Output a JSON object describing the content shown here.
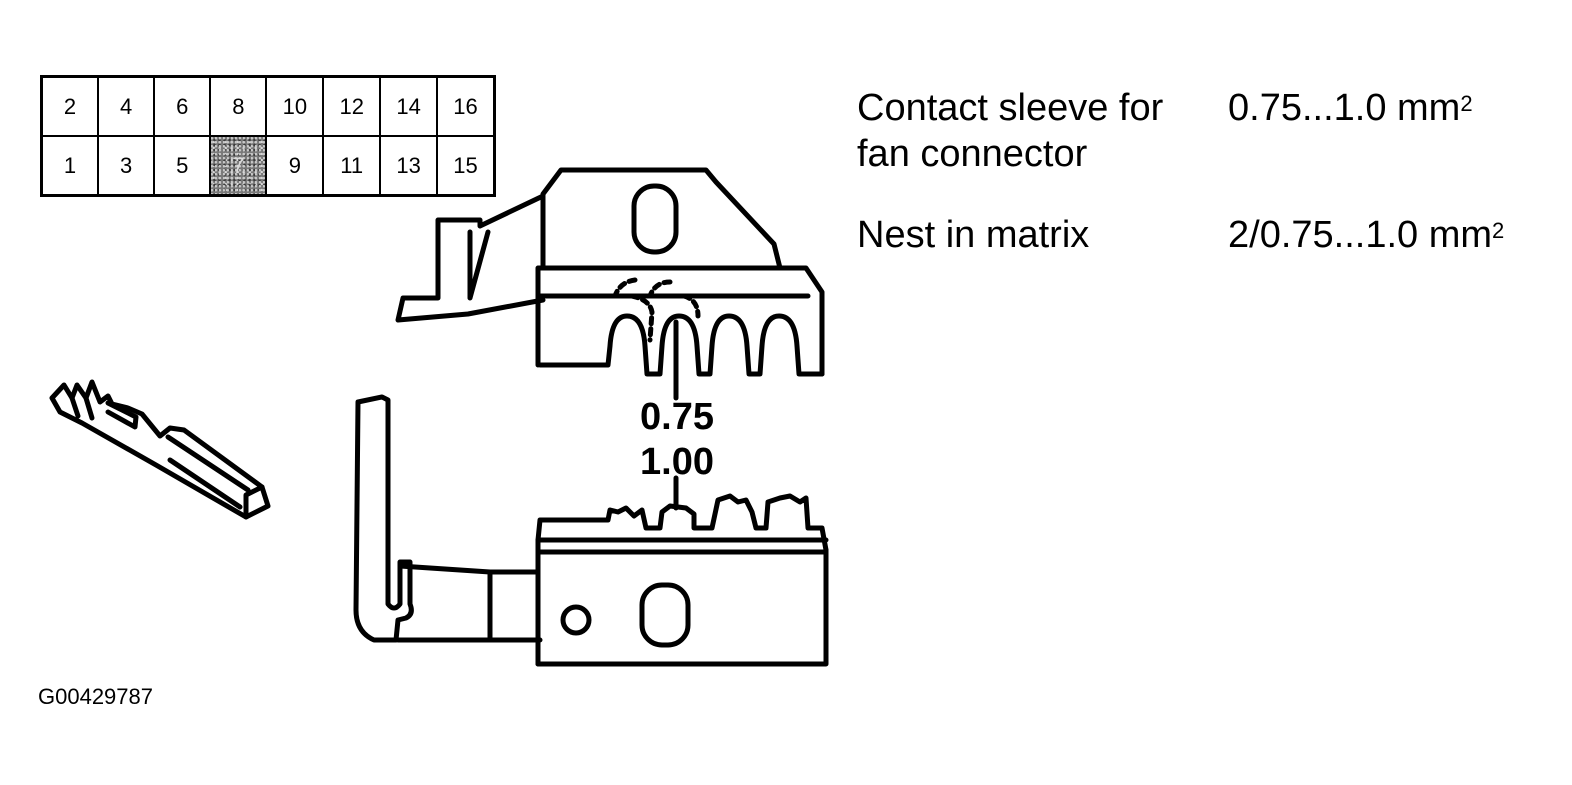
{
  "pin_grid": {
    "top_row": [
      "2",
      "4",
      "6",
      "8",
      "10",
      "12",
      "14",
      "16"
    ],
    "bottom_row": [
      "1",
      "3",
      "5",
      "7",
      "9",
      "11",
      "13",
      "15"
    ],
    "highlighted_pin": "7"
  },
  "specs": [
    {
      "label": "Contact sleeve for fan connector",
      "value": "0.75...1.0 mm",
      "unit_superscript": "2"
    },
    {
      "label": "Nest in matrix",
      "value": "2/0.75...1.0 mm",
      "unit_superscript": "2"
    }
  ],
  "drawing": {
    "size_labels": [
      "0.75",
      "1.00"
    ]
  },
  "figure_id": "G00429787"
}
